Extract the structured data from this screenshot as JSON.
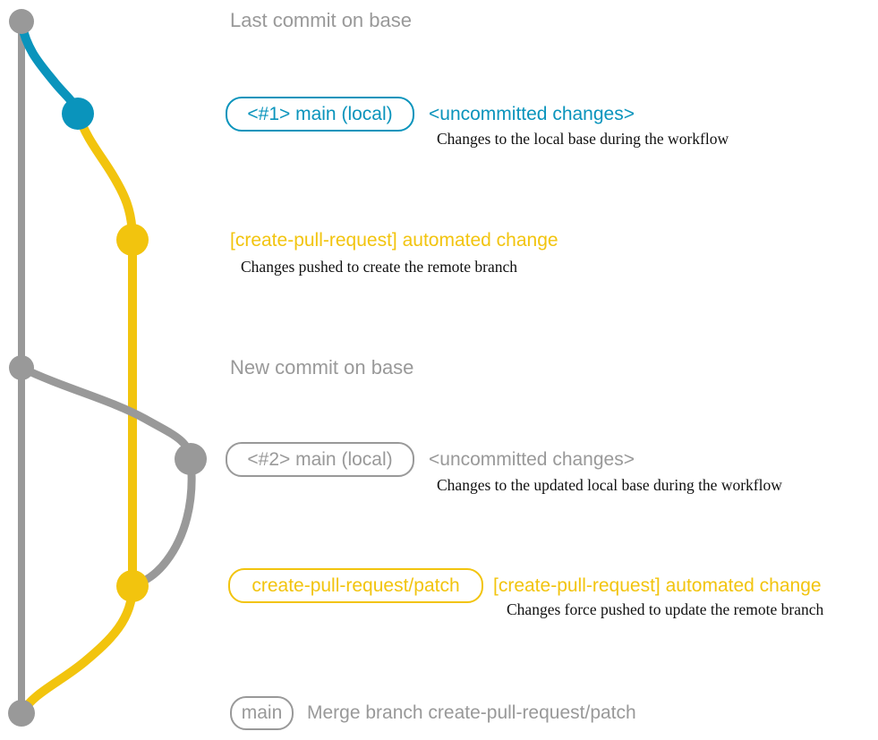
{
  "colors": {
    "gray": "#999999",
    "blue": "#0a94bc",
    "yellow": "#f2c40e",
    "ink": "#111111",
    "background": "#ffffff"
  },
  "rows": {
    "last_commit": {
      "label": "Last commit on base"
    },
    "commit1": {
      "box_label": "<#1> main (local)",
      "status": "<uncommitted changes>",
      "description": "Changes to the local base during the workflow"
    },
    "automated1": {
      "title": "[create-pull-request] automated change",
      "description": "Changes pushed to create the remote branch"
    },
    "new_commit": {
      "label": "New commit on base"
    },
    "commit2": {
      "box_label": "<#2> main (local)",
      "status": "<uncommitted changes>",
      "description": "Changes to the updated local base during the workflow"
    },
    "automated2": {
      "box_label": "create-pull-request/patch",
      "title": "[create-pull-request] automated change",
      "description": "Changes force pushed to update the remote branch"
    },
    "merge": {
      "box_label": "main",
      "label": "Merge branch create-pull-request/patch"
    }
  }
}
